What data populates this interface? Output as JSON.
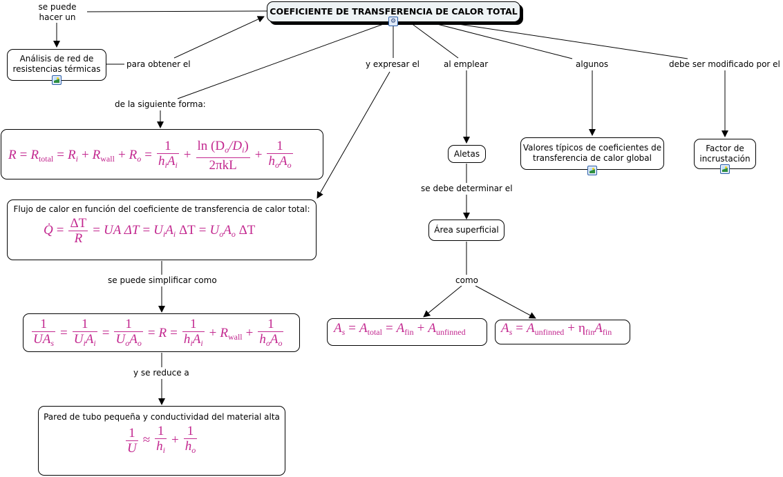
{
  "title": "COEFICIENTE DE TRANSFERENCIA DE CALOR TOTAL",
  "icons": {
    "title_icon": "concept-map-tree-icon",
    "resource_icon": "image-resource-icon"
  },
  "colors": {
    "equation": "#c2268e",
    "title_fill": "#eef3f5",
    "stroke": "#000000"
  },
  "concepts": {
    "analisis": "Análisis de red de resistencias térmicas",
    "resistencia_eq": "R = Rtotal = Ri + Rwall + Ro = 1/(hiAi) + ln(Do/Di)/(2πkL) + 1/(hoAo)",
    "flujo_caption": "Flujo de calor en función del coeficiente de transferencia de calor total:",
    "flujo_eq": "Q̇ = ΔT/R = UA ΔT = UiAi ΔT = UoAo ΔT",
    "simplificado_eq": "1/(UAs) = 1/(UiAi) = 1/(UoAo) = R = 1/(hiAi) + Rwall + 1/(hoAo)",
    "pared_caption": "Pared de tubo pequeña y conductividad del material alta",
    "pared_eq": "1/U ≈ 1/hi + 1/ho",
    "aletas": "Aletas",
    "area": "Área superficial",
    "area_eq_1": "As = Atotal = Afin + Aunfinned",
    "area_eq_2": "As = Aunfinned + ηfin Afin",
    "valores": "Valores típicos de coeficientes de transferencia de calor global",
    "factor": "Factor de incrustación"
  },
  "links": {
    "se_puede": "se puede hacer un",
    "para_obtener": "para obtener el",
    "siguiente_forma": "de la siguiente forma:",
    "expresar": "y expresar el",
    "simplificar": "se puede simplificar como",
    "reduce": "y se reduce a",
    "emplear": "al emplear",
    "determinar": "se debe determinar el",
    "como": "como",
    "algunos": "algunos",
    "modificado": "debe ser modificado por el"
  },
  "math": {
    "R": "R",
    "eq": "=",
    "plus": "+",
    "approx": "≈",
    "one": "1",
    "total": "total",
    "wall": "wall",
    "i": "i",
    "o": "o",
    "s": "s",
    "h": "h",
    "A": "A",
    "U": "U",
    "UA": "UA",
    "ln_num": "ln (D",
    "ln_mid": "/D",
    "ln_close": ")",
    "two_pi_kL": "2πkL",
    "Qdot": "Q̇",
    "dT": "ΔT",
    "UA_dT": "UA ΔT",
    "fin": "fin",
    "unfinned": "unfinned",
    "eta": "η"
  }
}
